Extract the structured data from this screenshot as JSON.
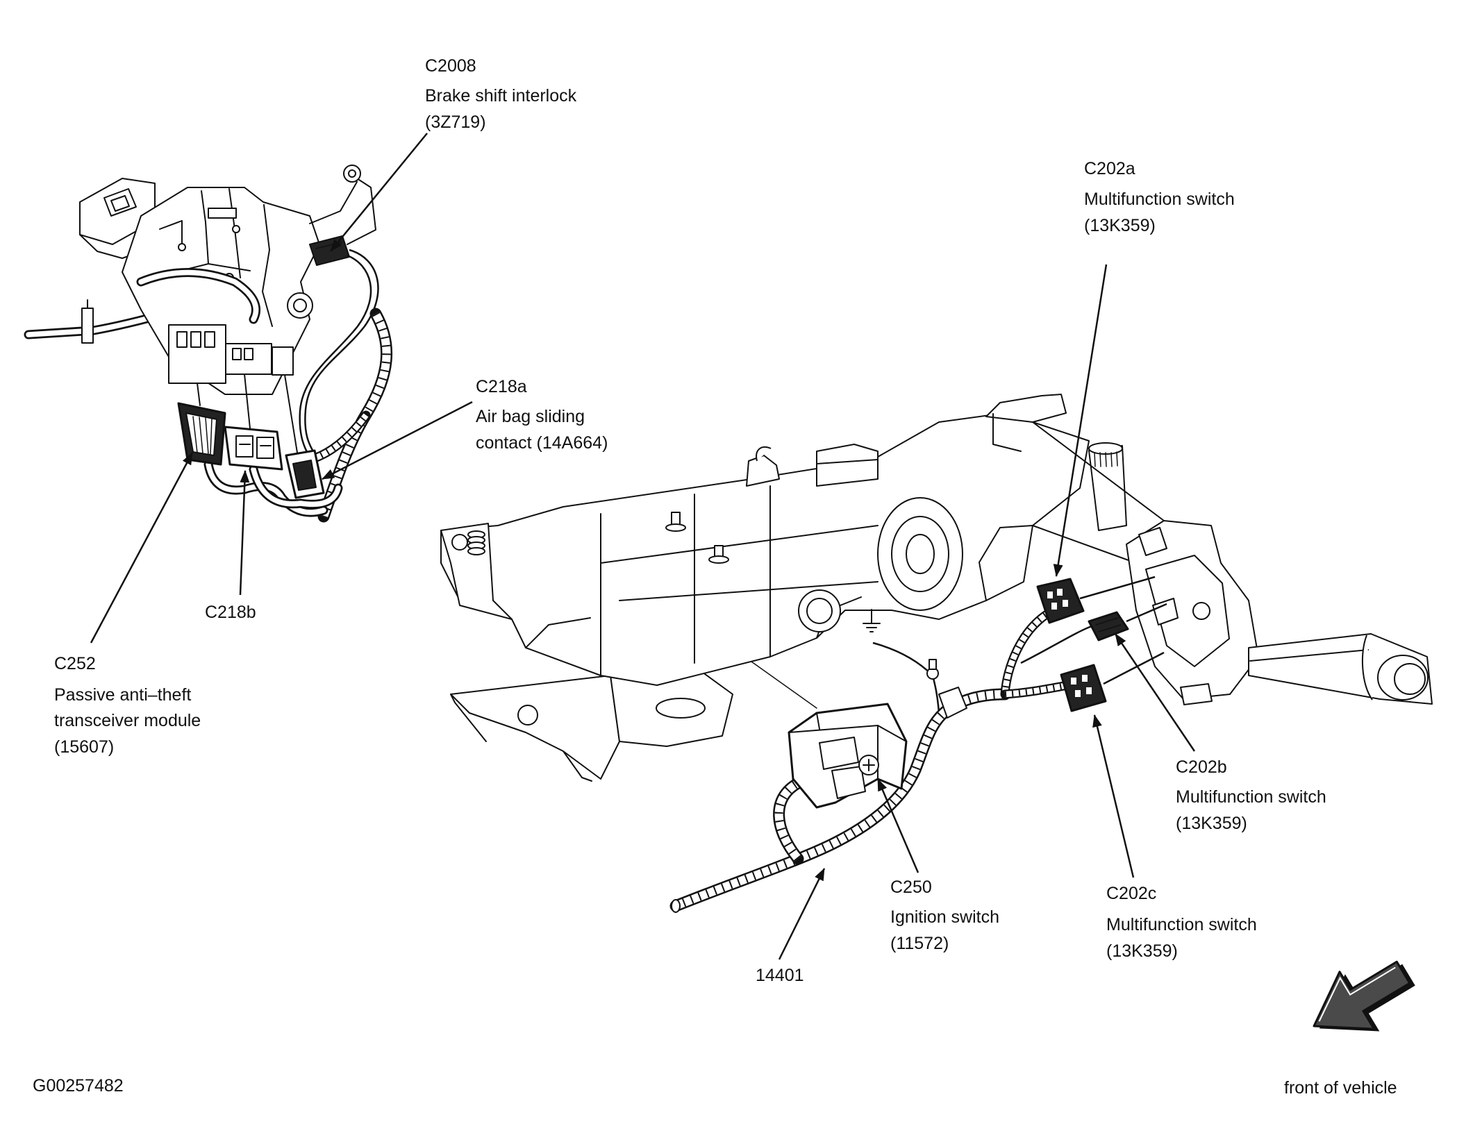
{
  "figure_code": "G00257482",
  "direction_label": "front of vehicle",
  "colors": {
    "line": "#111111",
    "background": "#ffffff",
    "arrow_fill": "#4a4a4a"
  },
  "callouts": {
    "c2008": {
      "lines": [
        "C2008",
        "Brake shift interlock",
        "(3Z719)"
      ]
    },
    "c202a": {
      "lines": [
        "C202a",
        "Multifunction switch",
        "(13K359)"
      ]
    },
    "c218a": {
      "lines": [
        "C218a",
        "Air bag sliding",
        "contact (14A664)"
      ]
    },
    "c218b": {
      "lines": [
        "C218b"
      ]
    },
    "c252": {
      "lines": [
        "C252",
        "Passive anti–theft",
        "transceiver module",
        "(15607)"
      ]
    },
    "c202b": {
      "lines": [
        "C202b",
        "Multifunction switch",
        "(13K359)"
      ]
    },
    "c202c": {
      "lines": [
        "C202c",
        "Multifunction switch",
        "(13K359)"
      ]
    },
    "c250": {
      "lines": [
        "C250",
        "Ignition switch",
        "(11572)"
      ]
    },
    "harness_14401": {
      "lines": [
        "14401"
      ]
    }
  }
}
